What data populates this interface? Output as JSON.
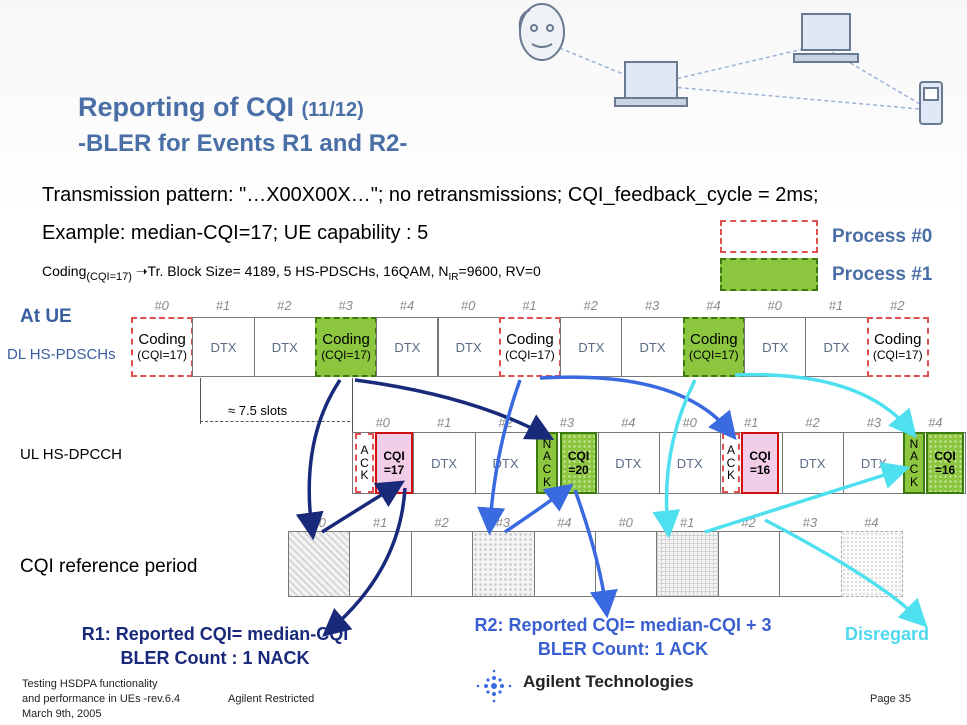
{
  "title": {
    "main": "Reporting of CQI",
    "num": "(11/12)",
    "sub": "-BLER for Events R1 and R2-"
  },
  "lines": {
    "pattern": "Transmission pattern: \"…X00X00X…\"; no retransmissions; CQI_feedback_cycle = 2ms;",
    "example": "Example: median-CQI=17; UE capability : 5",
    "coding_prefix": "Coding",
    "coding_sub": "(CQI=17)",
    "coding_rest": "Tr. Block Size= 4189, 5 HS-PDSCHs, 16QAM, N",
    "nir_sub": "IR",
    "coding_tail": "=9600, RV=0"
  },
  "legend": {
    "p0": "Process #0",
    "p1": "Process #1"
  },
  "rows": {
    "at_ue": "At UE",
    "dl": "DL HS-PDSCHs",
    "ul": "UL HS-DPCCH",
    "ref": "CQI reference period"
  },
  "dl_indices": [
    "#0",
    "#1",
    "#2",
    "#3",
    "#4",
    "#0",
    "#1",
    "#2",
    "#3",
    "#4",
    "#0",
    "#1",
    "#2"
  ],
  "dl_cells": [
    {
      "kind": "c0",
      "t1": "Coding",
      "t2": "(CQI=17)"
    },
    {
      "kind": "dtx",
      "t1": "DTX"
    },
    {
      "kind": "dtx",
      "t1": "DTX"
    },
    {
      "kind": "c1",
      "t1": "Coding",
      "t2": "(CQI=17)"
    },
    {
      "kind": "dtx",
      "t1": "DTX"
    },
    {
      "kind": "dtx",
      "t1": "DTX"
    },
    {
      "kind": "c0",
      "t1": "Coding",
      "t2": "(CQI=17)"
    },
    {
      "kind": "dtx",
      "t1": "DTX"
    },
    {
      "kind": "dtx",
      "t1": "DTX"
    },
    {
      "kind": "c1",
      "t1": "Coding",
      "t2": "(CQI=17)"
    },
    {
      "kind": "dtx",
      "t1": "DTX"
    },
    {
      "kind": "dtx",
      "t1": "DTX"
    },
    {
      "kind": "c0",
      "t1": "Coding",
      "t2": "(CQI=17)"
    }
  ],
  "slots_label": "≈ 7.5 slots",
  "ul_indices": [
    "#0",
    "#1",
    "#2",
    "#3",
    "#4",
    "#0",
    "#1",
    "#2",
    "#3",
    "#4"
  ],
  "ul": {
    "dtx": "DTX",
    "ack": "A\nC\nK",
    "nack": "N\nA\nC\nK",
    "cqi_label": "CQI",
    "cqi_a": "=17",
    "cqi_b": "=20",
    "cqi_c": "=16",
    "cqi_d": "=16"
  },
  "ref_indices": [
    "#0",
    "#1",
    "#2",
    "#3",
    "#4",
    "#0",
    "#1",
    "#2",
    "#3",
    "#4"
  ],
  "results": {
    "r1_line1": "R1: Reported CQI= median-CQI",
    "r1_line2": "BLER Count : 1 NACK",
    "r2_line1": "R2: Reported CQI= median-CQI + 3",
    "r2_line2": "BLER Count: 1 ACK",
    "disregard": "Disregard"
  },
  "footer": {
    "left1": "Testing HSDPA functionality",
    "left2": "and performance in UEs -rev.6.4",
    "left3": "March 9th, 2005",
    "restricted": "Agilent Restricted",
    "company": "Agilent Technologies",
    "page": "Page 35"
  },
  "colors": {
    "title": "#4a6fa6",
    "proc0": "#e05050",
    "proc1": "#8cc63f",
    "navy": "#1a2a7a",
    "blue": "#3a6ae0",
    "cyan": "#4fe0f0"
  }
}
